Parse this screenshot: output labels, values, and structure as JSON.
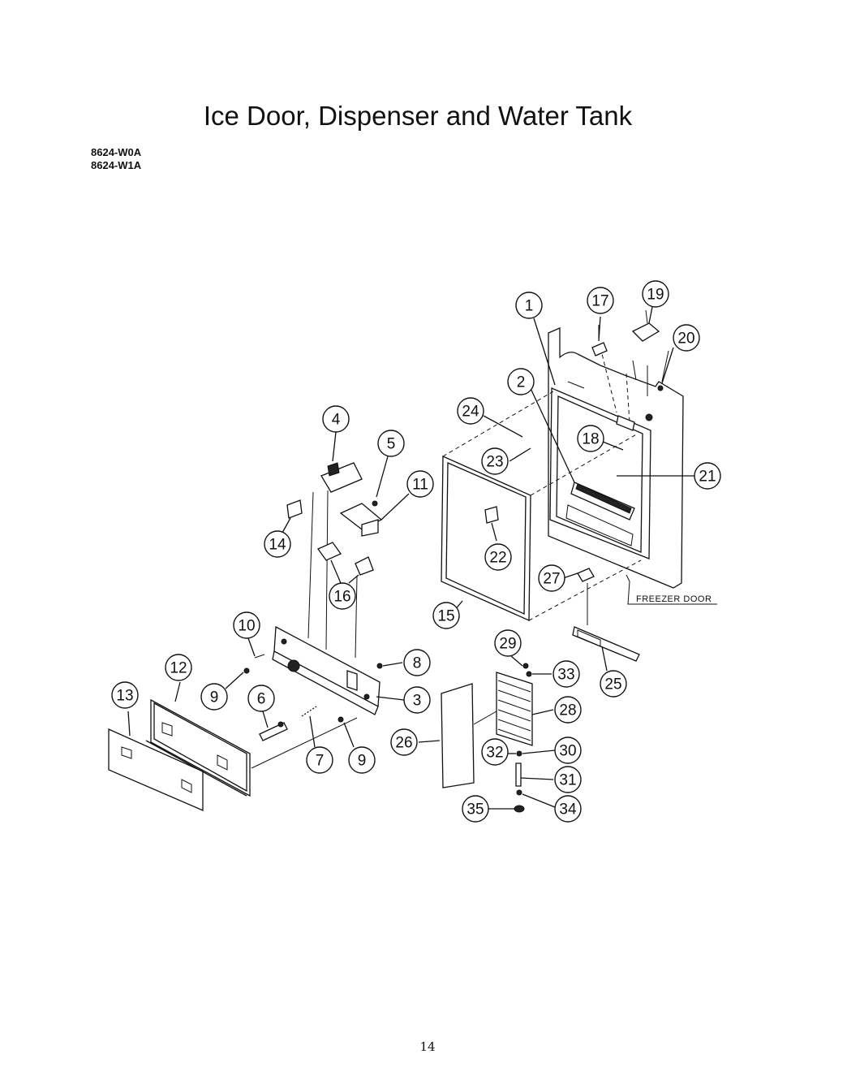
{
  "title": "Ice Door, Dispenser and Water Tank",
  "models": [
    "8624-W0A",
    "8624-W1A"
  ],
  "page_number": "14",
  "labels": {
    "freezer_door": "FREEZER DOOR"
  },
  "callouts": [
    "1",
    "2",
    "3",
    "4",
    "5",
    "6",
    "7",
    "8",
    "9",
    "10",
    "11",
    "12",
    "13",
    "14",
    "15",
    "16",
    "17",
    "18",
    "19",
    "20",
    "21",
    "22",
    "23",
    "24",
    "25",
    "26",
    "27",
    "28",
    "29",
    "30",
    "31",
    "32",
    "33",
    "34",
    "35"
  ],
  "callout_9_second": "9"
}
